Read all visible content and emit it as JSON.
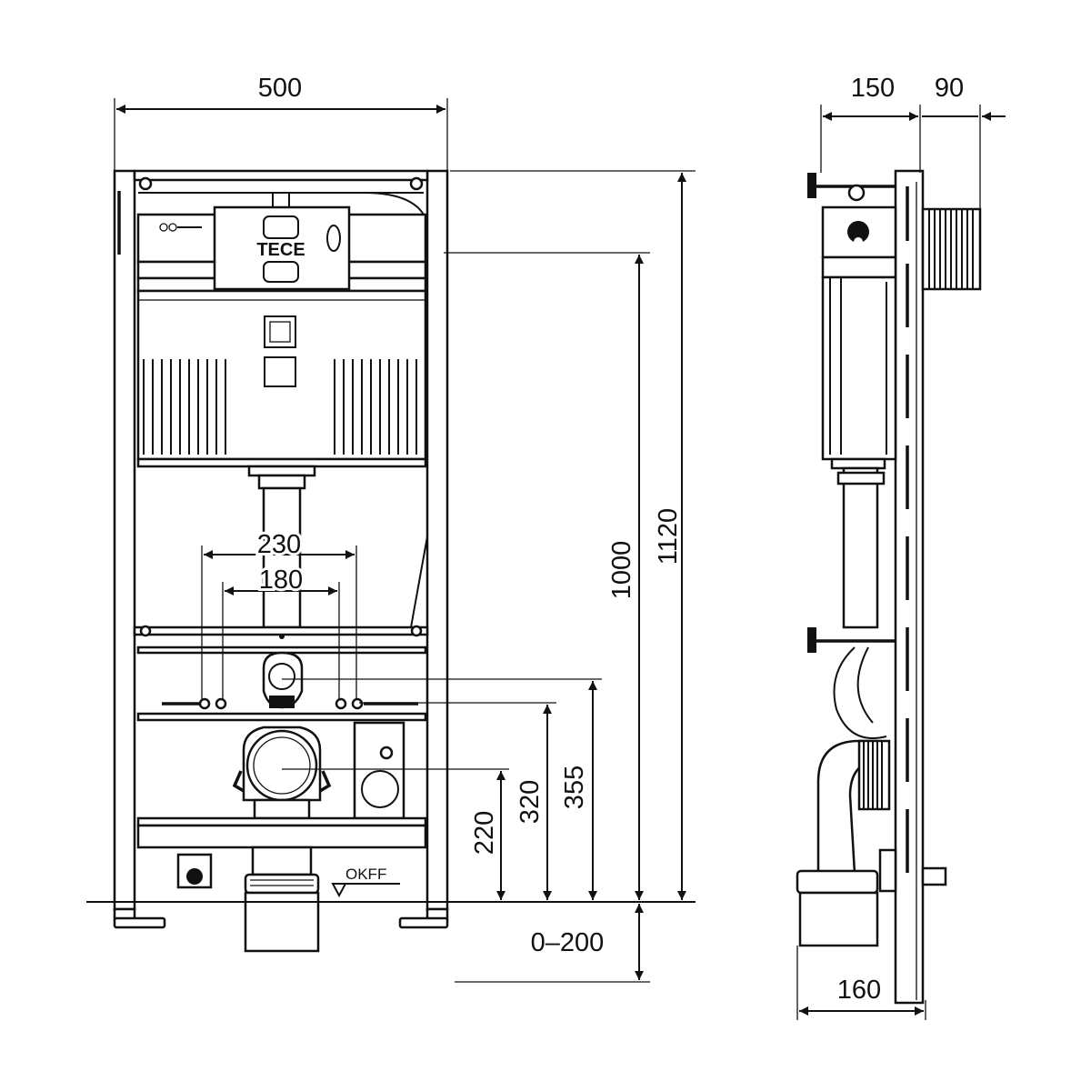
{
  "drawing": {
    "logo_text": "TECE",
    "floor_label": "OKFF",
    "front_view": {
      "width": "500",
      "height_total": "1120",
      "height_actuator": "1000",
      "bolt_spacing_outer": "230",
      "bolt_spacing_inner": "180",
      "height_355": "355",
      "height_320": "320",
      "height_220": "220",
      "below_floor_range": "0–200"
    },
    "side_view": {
      "depth_frame": "150",
      "depth_plate": "90",
      "depth_bend": "160"
    }
  }
}
